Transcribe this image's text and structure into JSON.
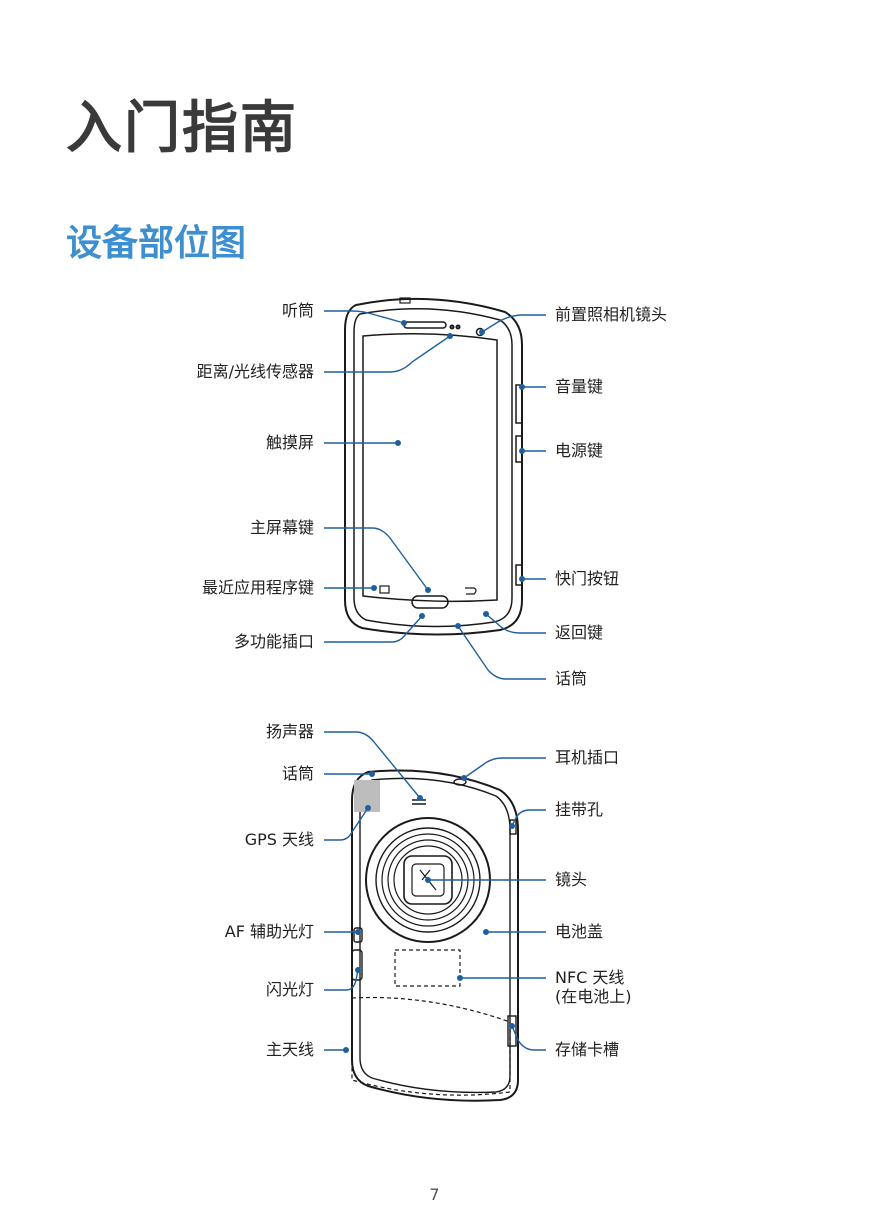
{
  "chapter_title": "入门指南",
  "section_title": "设备部位图",
  "front_labels_left": [
    "听筒",
    "距离/光线传感器",
    "触摸屏",
    "主屏幕键",
    "最近应用程序键",
    "多功能插口"
  ],
  "front_labels_right": [
    "前置照相机镜头",
    "音量键",
    "电源键",
    "快门按钮",
    "返回键",
    "话筒"
  ],
  "back_labels_left": [
    "扬声器",
    "话筒",
    "GPS 天线",
    "AF 辅助光灯",
    "闪光灯",
    "主天线"
  ],
  "back_labels_right": [
    "耳机插口",
    "挂带孔",
    "镜头",
    "电池盖",
    "NFC 天线",
    "(在电池上)",
    "存储卡槽"
  ],
  "page_number": "7",
  "colors": {
    "accent": "#3d8fd0",
    "callout": "#1f5f9e",
    "outline": "#1a1a1a"
  }
}
